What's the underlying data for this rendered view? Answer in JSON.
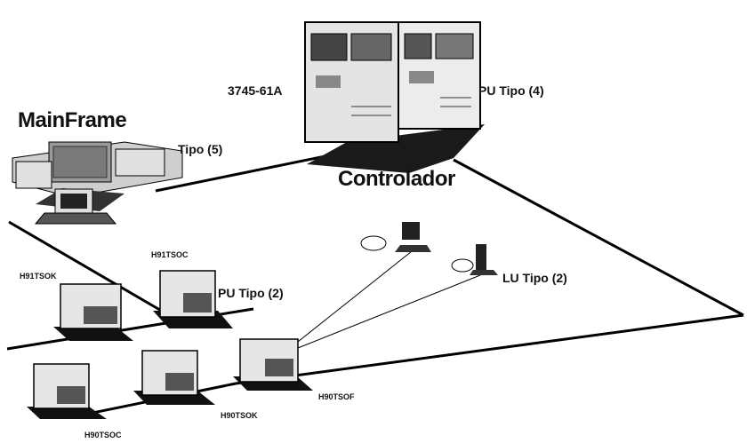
{
  "diagram": {
    "labels": {
      "mainframe": "MainFrame",
      "tipo5": "Tipo (5)",
      "model": "3745-61A",
      "pu4": "PU Tipo (4)",
      "controller": "Controlador",
      "lu2": "LU Tipo (2)",
      "pu2": "PU Tipo (2)",
      "h91tsok": "H91TSOK",
      "h91tsoc": "H91TSOC",
      "h90tsoc": "H90TSOC",
      "h90tsok": "H90TSOK",
      "h90tsof": "H90TSOF"
    }
  }
}
